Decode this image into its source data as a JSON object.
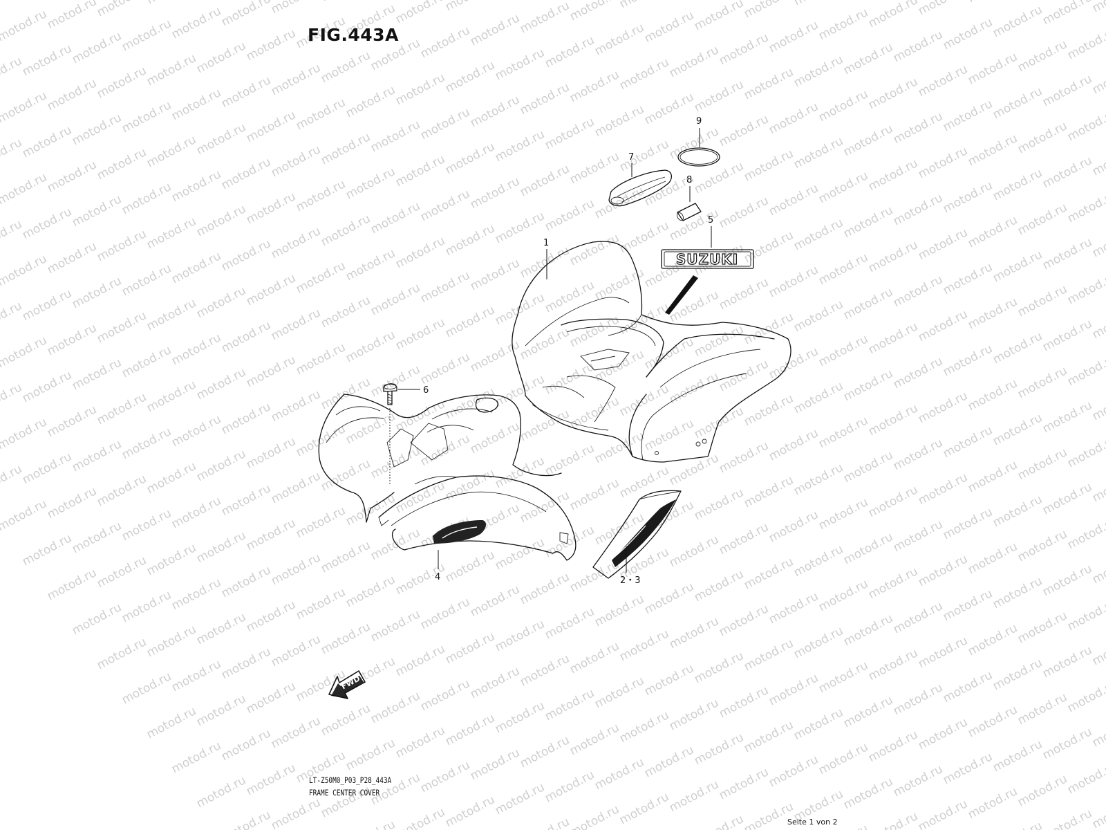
{
  "figure": {
    "title": "FIG.443A",
    "drawing_code": "LT-Z50M0_P03_P28_443A",
    "section_name": "FRAME CENTER COVER",
    "page_indicator": "Seite 1 von 2",
    "watermark_text": "motod.ru"
  },
  "callouts": {
    "c1": "1",
    "c23": "2・3",
    "c4": "4",
    "c5": "5",
    "c6": "6",
    "c7": "7",
    "c8": "8",
    "c9": "9"
  },
  "labels": {
    "emblem_text": "SUZUKI",
    "fwd_text": "FWD"
  },
  "colors": {
    "line": "#111111",
    "watermark": "#cfcfcf",
    "background": "#ffffff"
  }
}
